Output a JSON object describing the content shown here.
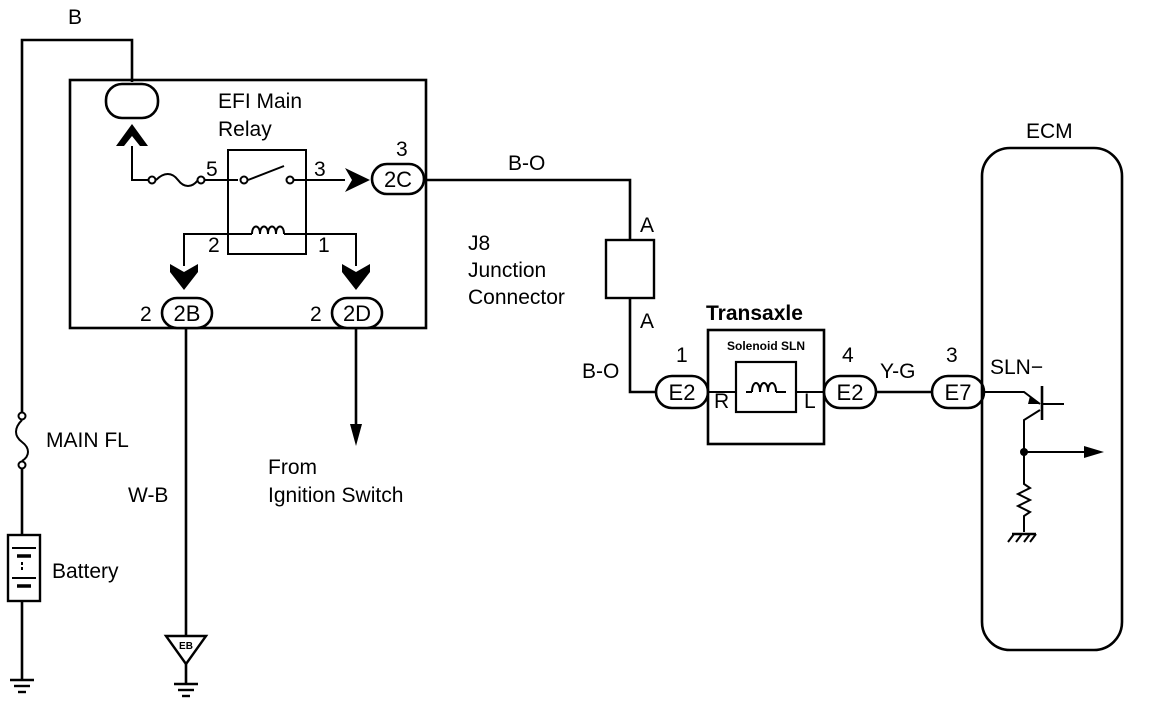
{
  "wires": {
    "top": "B",
    "ground_run": "W-B",
    "relay_to_jc": "B-O",
    "jc_to_transaxle": "B-O",
    "transaxle_to_ecm": "Y-G"
  },
  "fuse": "MAIN FL",
  "battery": "Battery",
  "ground_point": "EB",
  "efi_relay": {
    "title_line1": "EFI Main",
    "title_line2": "Relay",
    "pin5": "5",
    "pin3": "3",
    "pin2": "2",
    "pin1": "1"
  },
  "connectors": {
    "c2c": {
      "id": "2C",
      "pin": "3"
    },
    "c2b": {
      "id": "2B",
      "pin": "2"
    },
    "c2d": {
      "id": "2D",
      "pin": "2"
    },
    "e2_left": {
      "id": "E2",
      "pin": "1"
    },
    "e2_right": {
      "id": "E2",
      "pin": "4"
    },
    "e7": {
      "id": "E7",
      "pin": "3"
    }
  },
  "from_ignition": {
    "line1": "From",
    "line2": "Ignition Switch"
  },
  "junction": {
    "line1": "J8",
    "line2": "Junction",
    "line3": "Connector",
    "pin_top": "A",
    "pin_bottom": "A"
  },
  "transaxle": {
    "title": "Transaxle",
    "solenoid": "Solenoid SLN",
    "left": "R",
    "right": "L"
  },
  "ecm": {
    "title": "ECM",
    "terminal": "SLN−"
  }
}
